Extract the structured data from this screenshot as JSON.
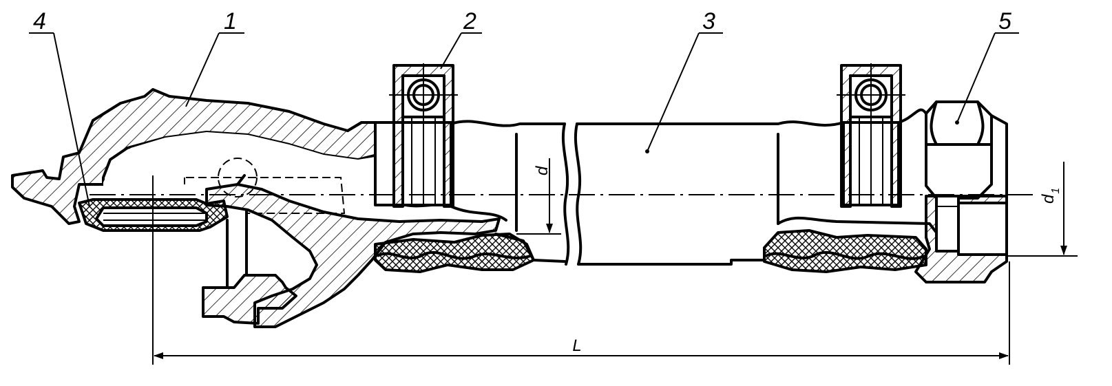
{
  "callouts": {
    "c1": "1",
    "c2": "2",
    "c3": "3",
    "c4": "4",
    "c5": "5"
  },
  "dimensions": {
    "length": "L",
    "inner_diameter": "d",
    "outer_diameter_base": "d",
    "outer_diameter_sub": "1"
  }
}
